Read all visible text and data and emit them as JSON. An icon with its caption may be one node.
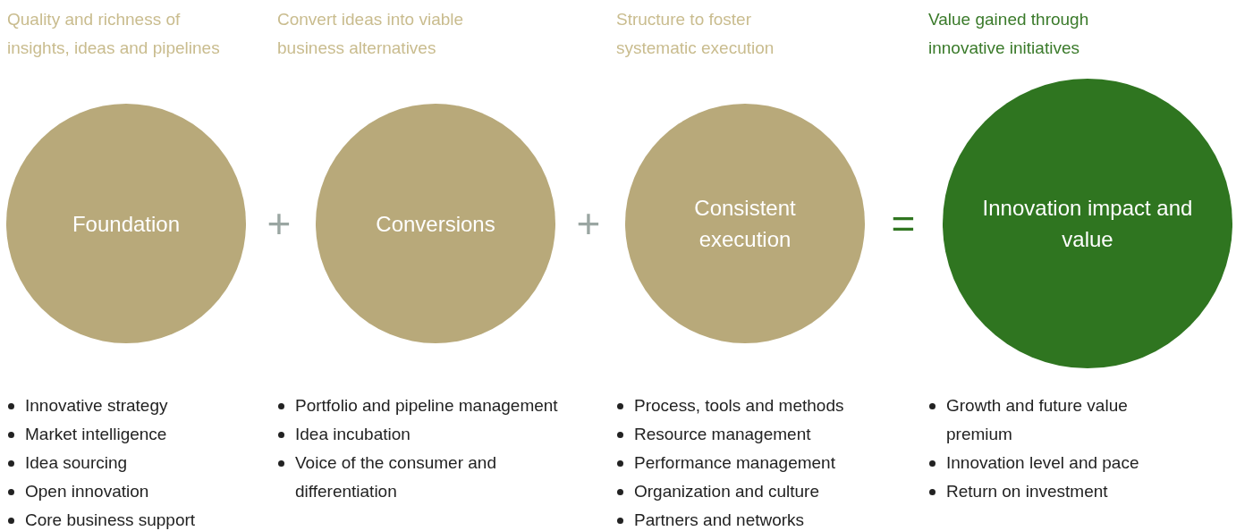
{
  "diagram": {
    "nodes": [
      {
        "text": [
          "Quality and richness of insights, ideas and pipelines",
          "Foundation"
        ],
        "beside": [
          "Innovative strategy",
          "Market intelligence",
          "Idea sourcing",
          "Open innovation",
          "Core business support"
        ]
      },
      {
        "text": [
          "Convert ideas into viable business alternatives",
          "Conversions"
        ],
        "beside": [
          "Portfolio and pipeline management",
          "Idea incubation",
          "Voice of the consumer and differentiation"
        ]
      },
      {
        "text": [
          "Structure to foster systematic execution",
          "Consistent execution"
        ],
        "beside": [
          "Process, tools and methods",
          "Resource management",
          "Performance management",
          "Organization and culture",
          "Partners and networks"
        ]
      },
      {
        "text": [
          "Value gained through innovative initiatives",
          "Innovation impact and value"
        ],
        "beside": [
          "Growth and future value premium",
          "Innovation level and pace",
          "Return on investment"
        ]
      }
    ],
    "labels": [
      "+",
      "+",
      "="
    ]
  }
}
